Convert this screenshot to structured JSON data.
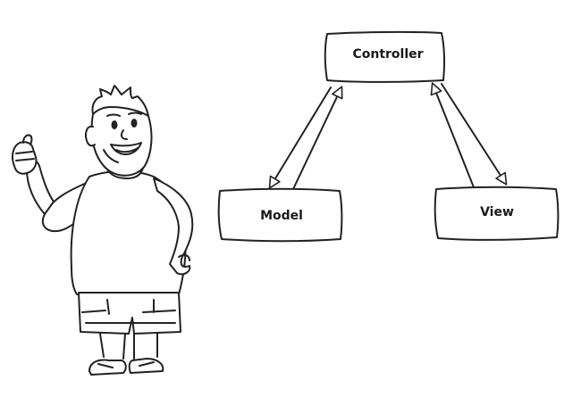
{
  "diagram": {
    "nodes": {
      "controller": {
        "label": "Controller"
      },
      "model": {
        "label": "Model"
      },
      "view": {
        "label": "View"
      }
    },
    "edges": [
      {
        "from": "controller",
        "to": "model",
        "style": "open-arrow"
      },
      {
        "from": "model",
        "to": "controller",
        "style": "open-arrow"
      },
      {
        "from": "controller",
        "to": "view",
        "style": "open-arrow"
      },
      {
        "from": "view",
        "to": "controller",
        "style": "open-arrow"
      }
    ]
  },
  "illustration": {
    "icon": "cartoon-presenter-icon"
  },
  "colors": {
    "stroke": "#222222",
    "background": "#ffffff"
  }
}
